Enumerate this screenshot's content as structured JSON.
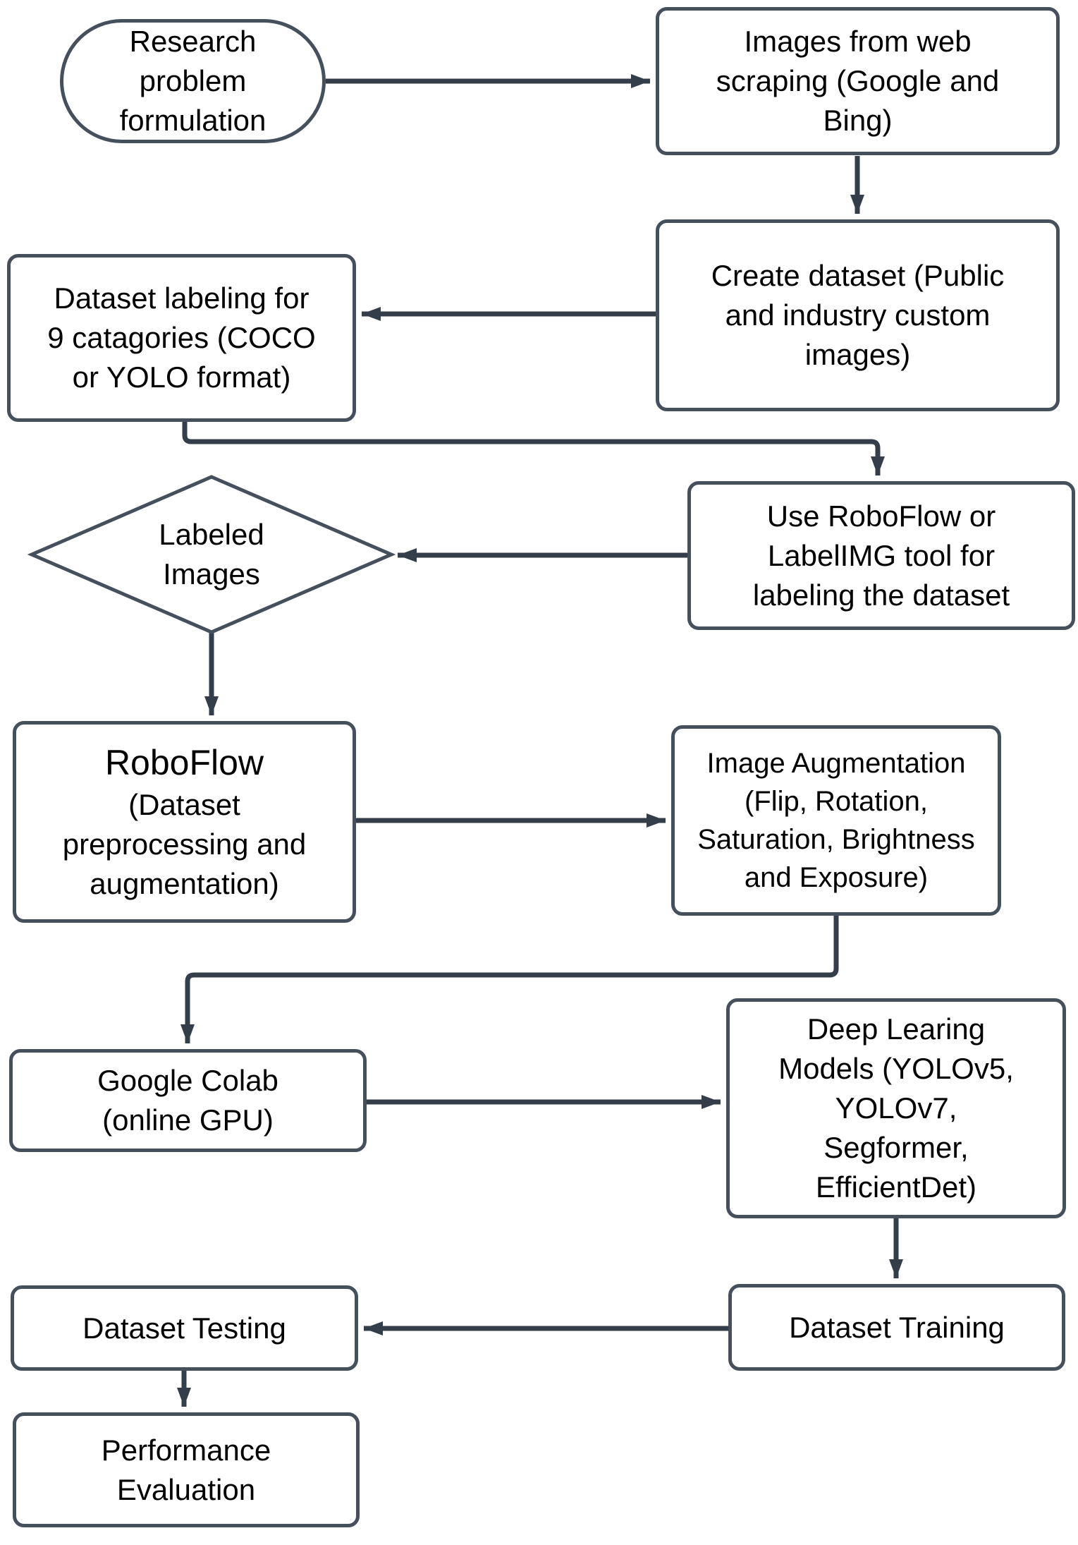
{
  "diagram": {
    "type": "flowchart",
    "colors": {
      "background": "#FFFFFF",
      "connector_line": "#343E4A",
      "shape_border": "#45505C",
      "text": "#000000",
      "shape_fill": "#FFFFFF"
    },
    "nodes": {
      "research": {
        "shape": "terminator",
        "lines": [
          "Research",
          "problem",
          "formulation"
        ]
      },
      "webscraping": {
        "shape": "rectangle",
        "lines": [
          "Images from web",
          "scraping (Google and",
          "Bing)"
        ]
      },
      "createdataset": {
        "shape": "rectangle",
        "lines": [
          "Create dataset (Public",
          "and industry custom",
          "images)"
        ]
      },
      "labeling": {
        "shape": "rectangle",
        "lines": [
          "Dataset labeling for",
          "9 catagories (COCO",
          "or YOLO format)"
        ]
      },
      "labeledimages": {
        "shape": "diamond",
        "lines": [
          "Labeled",
          "Images"
        ]
      },
      "labeltool": {
        "shape": "rectangle",
        "lines": [
          "Use RoboFlow or",
          "LabelIMG tool for",
          "labeling the dataset"
        ]
      },
      "roboflow": {
        "shape": "rectangle",
        "title": "RoboFlow",
        "lines": [
          "(Dataset",
          "preprocessing and",
          "augmentation)"
        ]
      },
      "augmentation": {
        "shape": "rectangle",
        "lines": [
          "Image Augmentation",
          "(Flip, Rotation,",
          "Saturation, Brightness",
          "and Exposure)"
        ]
      },
      "colab": {
        "shape": "rectangle",
        "lines": [
          "Google Colab",
          "(online GPU)"
        ]
      },
      "models": {
        "shape": "rectangle",
        "lines": [
          "Deep Learing",
          "Models (YOLOv5,",
          "YOLOv7,",
          "Segformer,",
          "EfficientDet)"
        ]
      },
      "training": {
        "shape": "rectangle",
        "lines": [
          "Dataset Training"
        ]
      },
      "testing": {
        "shape": "rectangle",
        "lines": [
          "Dataset Testing"
        ]
      },
      "evaluation": {
        "shape": "rectangle",
        "lines": [
          "Performance",
          "Evaluation"
        ]
      }
    },
    "edges": [
      {
        "from": "research",
        "to": "webscraping"
      },
      {
        "from": "webscraping",
        "to": "createdataset"
      },
      {
        "from": "createdataset",
        "to": "labeling"
      },
      {
        "from": "labeling",
        "to": "labeltool"
      },
      {
        "from": "labeltool",
        "to": "labeledimages"
      },
      {
        "from": "labeledimages",
        "to": "roboflow"
      },
      {
        "from": "roboflow",
        "to": "augmentation"
      },
      {
        "from": "augmentation",
        "to": "colab"
      },
      {
        "from": "colab",
        "to": "models"
      },
      {
        "from": "models",
        "to": "training"
      },
      {
        "from": "training",
        "to": "testing"
      },
      {
        "from": "testing",
        "to": "evaluation"
      }
    ]
  }
}
